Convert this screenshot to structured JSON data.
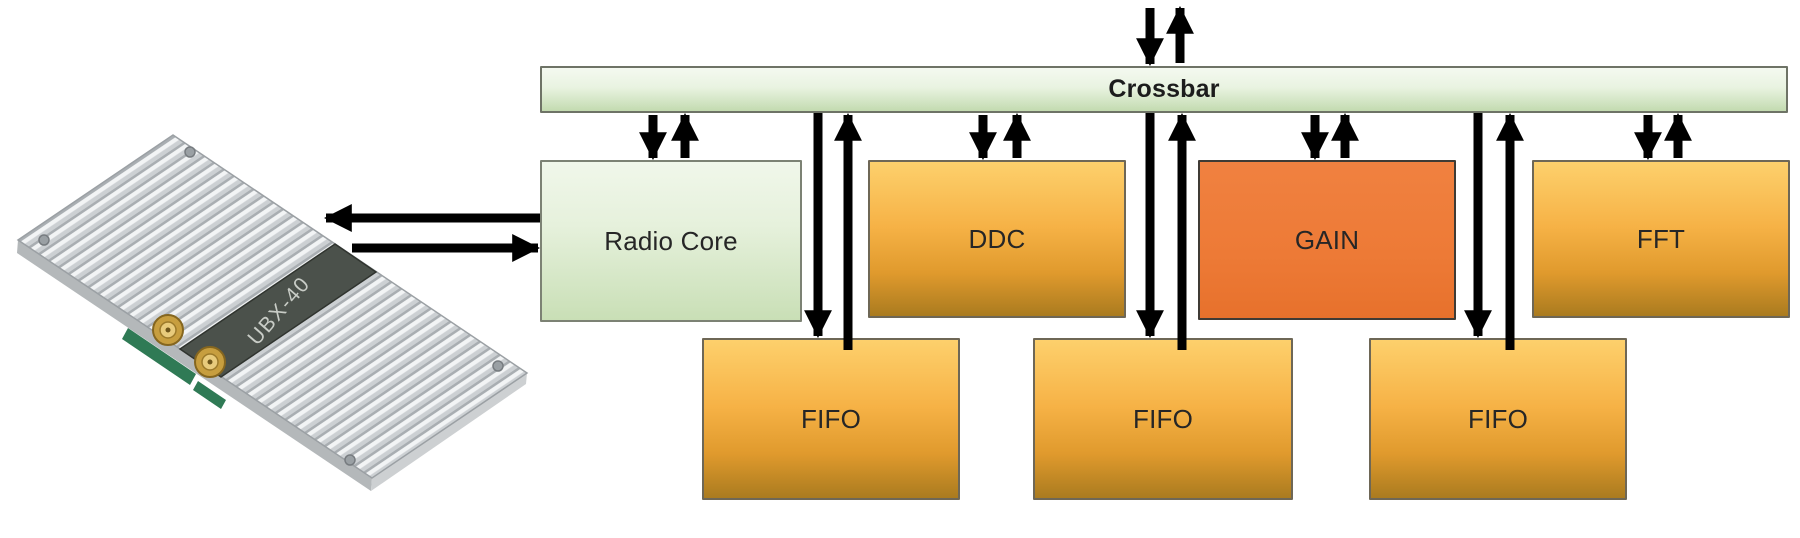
{
  "diagram": {
    "crossbar": {
      "label": "Crossbar"
    },
    "blocks": [
      {
        "name": "radio-core",
        "label": "Radio Core"
      },
      {
        "name": "ddc",
        "label": "DDC"
      },
      {
        "name": "gain",
        "label": "GAIN"
      },
      {
        "name": "fft",
        "label": "FFT"
      },
      {
        "name": "fifo-1",
        "label": "FIFO"
      },
      {
        "name": "fifo-2",
        "label": "FIFO"
      },
      {
        "name": "fifo-3",
        "label": "FIFO"
      }
    ],
    "board": {
      "label": "UBX-40"
    },
    "colors": {
      "crossbar_top": "#f4f9f0",
      "crossbar_bottom": "#c3dbb0",
      "green_block_top": "#f0f7ea",
      "green_block_bottom": "#c9dfb6",
      "amber_block_top": "#fdd06c",
      "amber_block_bottom": "#aa7b1f",
      "gain_block": "#ee7c3b",
      "arrow": "#000000",
      "board_metal": "#dfe2e4",
      "board_label_strip": "#4b514b"
    }
  }
}
